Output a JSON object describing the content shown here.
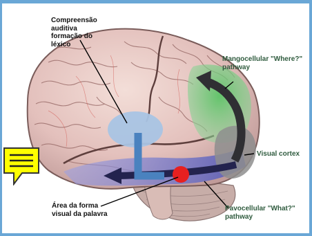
{
  "labels": {
    "auditory_comprehension": "Compreensão\nauditiva\nformação do\nléxico",
    "magnocellular": "Mangocellular \"Where?\"\npathway",
    "visual_cortex": "Visual cortex",
    "visual_word_form": "Área da forma\nvisual da palavra",
    "parvocellular": "Pavocellular \"What?\"\npathway"
  },
  "icons": {
    "note": "note-icon"
  },
  "colors": {
    "frame": "#6aa7d6",
    "auditory_area": "#a9c4e4",
    "visual_word_form_spot": "#e62020",
    "dorsal_pathway": "#5cc46a",
    "ventral_pathway": "#6a6fc8",
    "visual_cortex": "#8a8a8a",
    "note_icon": "#ffff00"
  }
}
